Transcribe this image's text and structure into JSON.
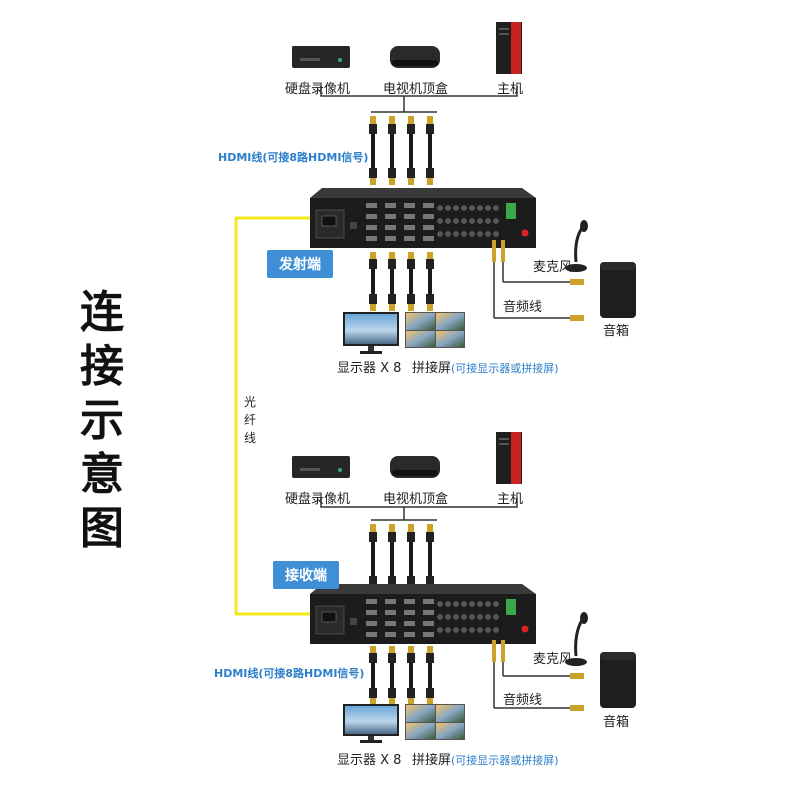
{
  "title": "连接示意图",
  "fiber_label": "光纤线",
  "sections": [
    {
      "sources": [
        {
          "label": "硬盘录像机",
          "icon": "dvr-icon"
        },
        {
          "label": "电视机顶盒",
          "icon": "settop-box-icon"
        },
        {
          "label": "主机",
          "icon": "pc-tower-icon"
        }
      ],
      "hdmi_label": "HDMI线(可接8路HDMI信号)",
      "badge": "发射端",
      "mic_label": "麦克风",
      "audio_label": "音频线",
      "speaker_label": "音箱",
      "monitor_label": "显示器 X 8",
      "splice_label": "拼接屏",
      "splice_note": "(可接显示器或拼接屏)"
    },
    {
      "sources": [
        {
          "label": "硬盘录像机",
          "icon": "dvr-icon"
        },
        {
          "label": "电视机顶盒",
          "icon": "settop-box-icon"
        },
        {
          "label": "主机",
          "icon": "pc-tower-icon"
        }
      ],
      "hdmi_label": "HDMI线(可接8路HDMI信号)",
      "badge": "接收端",
      "mic_label": "麦克风",
      "audio_label": "音频线",
      "speaker_label": "音箱",
      "monitor_label": "显示器 X 8",
      "splice_label": "拼接屏",
      "splice_note": "(可接显示器或拼接屏)"
    }
  ],
  "colors": {
    "fiber": "#f5e81c",
    "badge": "#3f8fd6",
    "accent_text": "#2e7fc9",
    "device": "#1c1c1c"
  }
}
